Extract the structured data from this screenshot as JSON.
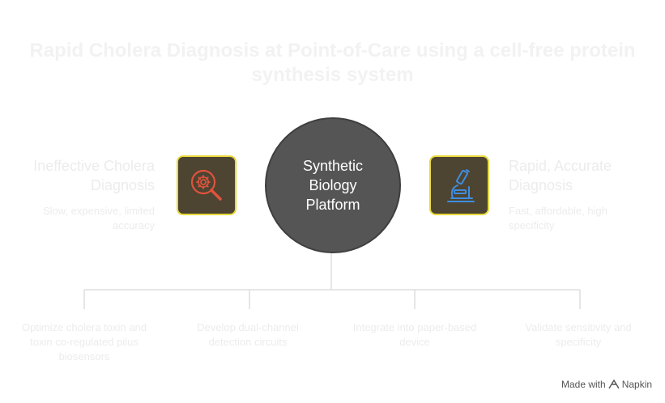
{
  "title": "Rapid Cholera Diagnosis at Point-of-Care using a cell-free protein synthesis system",
  "center": {
    "label": "Synthetic Biology Platform"
  },
  "left": {
    "title": "Ineffective Cholera Diagnosis",
    "description": "Slow, expensive, limited accuracy",
    "icon": "search-gear-icon"
  },
  "right": {
    "title": "Rapid, Accurate Diagnosis",
    "description": "Fast, affordable, high specificity",
    "icon": "microscope-icon"
  },
  "branches": [
    {
      "label": "Optimize cholera toxin and toxin co-regulated pilus biosensors"
    },
    {
      "label": "Develop dual-channel detection circuits"
    },
    {
      "label": "Integrate into paper-based device"
    },
    {
      "label": "Validate sensitivity and specificity"
    }
  ],
  "footer": {
    "made_with": "Made with",
    "brand": "Napkin"
  },
  "colors": {
    "circle": "#555555",
    "icon_box_fill": "#4d4431",
    "icon_box_border": "#e8d83a",
    "left_icon": "#e0533d",
    "right_icon": "#3e8ee0",
    "connector": "#dddddd",
    "faded_text": "#ececec"
  }
}
